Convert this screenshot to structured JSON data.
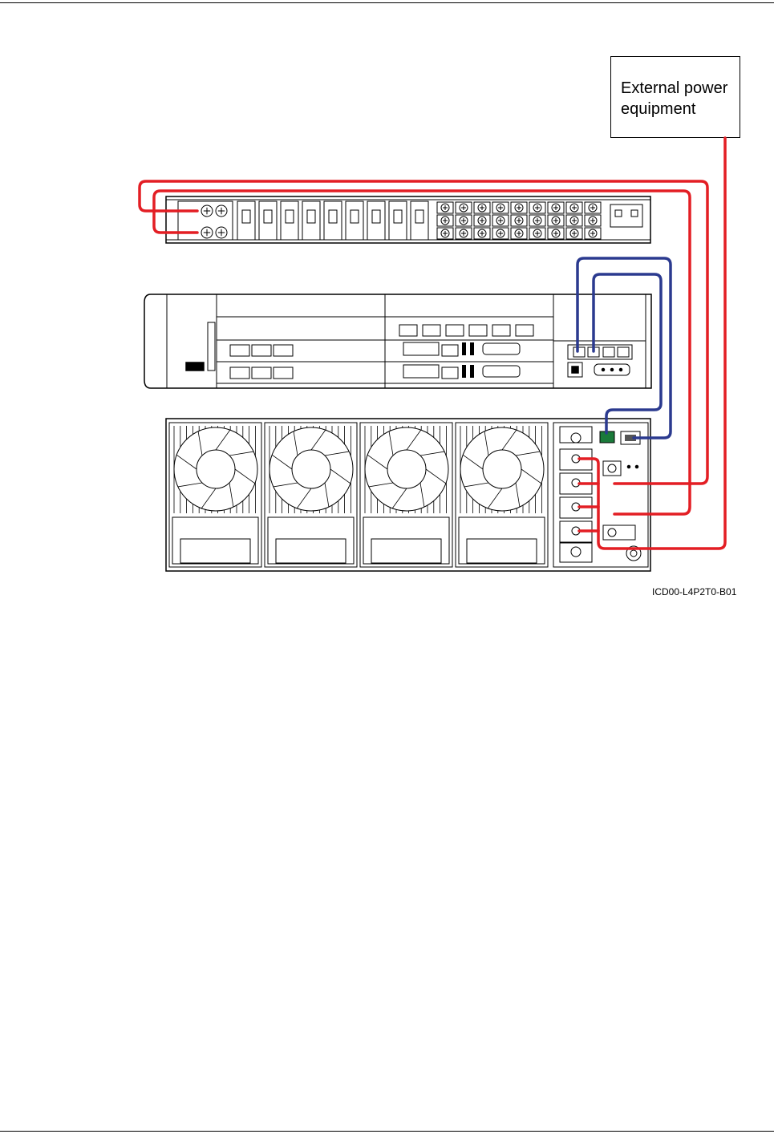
{
  "external_box": {
    "label": "External power equipment"
  },
  "figure_code": "ICD00-L4P2T0-B01",
  "colors": {
    "power_cable": "#e31e24",
    "signal_cable": "#2b3a8f",
    "outline": "#000000",
    "green_port": "#1a7a3a"
  },
  "devices": {
    "pdu": {
      "icon": "power-distribution-unit"
    },
    "chassis": {
      "icon": "network-chassis"
    },
    "power_supply": {
      "icon": "power-supply-with-fans",
      "fan_count": 4,
      "terminals": 4
    }
  }
}
